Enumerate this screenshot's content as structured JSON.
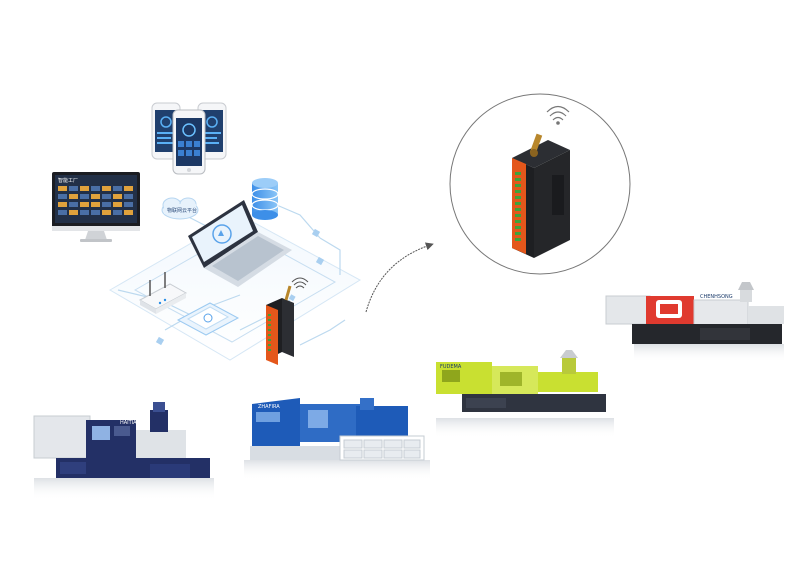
{
  "cloud": {
    "label": "物联网云平台"
  },
  "monitor_app": {
    "title": "智能工厂"
  },
  "machines": [
    {
      "brand": "HAITIAN"
    },
    {
      "brand": "ZHAFIRA"
    },
    {
      "brand": "FUDEMA"
    },
    {
      "brand": "CHENHSONG"
    }
  ],
  "colors": {
    "network_line": "#bcd9ef",
    "accent_blue": "#2b8fe6",
    "device_orange": "#e4571b",
    "device_black": "#1e1f22",
    "terminal_green": "#3fa23a",
    "machine_navy": "#233066",
    "machine_blue": "#1e5bb8",
    "machine_lime": "#c9e031",
    "machine_red": "#e03a2f"
  },
  "icons": [
    "wifi-icon",
    "cloud-icon",
    "database-icon",
    "router-icon",
    "tablet-icon",
    "laptop-icon",
    "smartphone-icon",
    "monitor-icon",
    "bidirectional-arrow-icon"
  ]
}
